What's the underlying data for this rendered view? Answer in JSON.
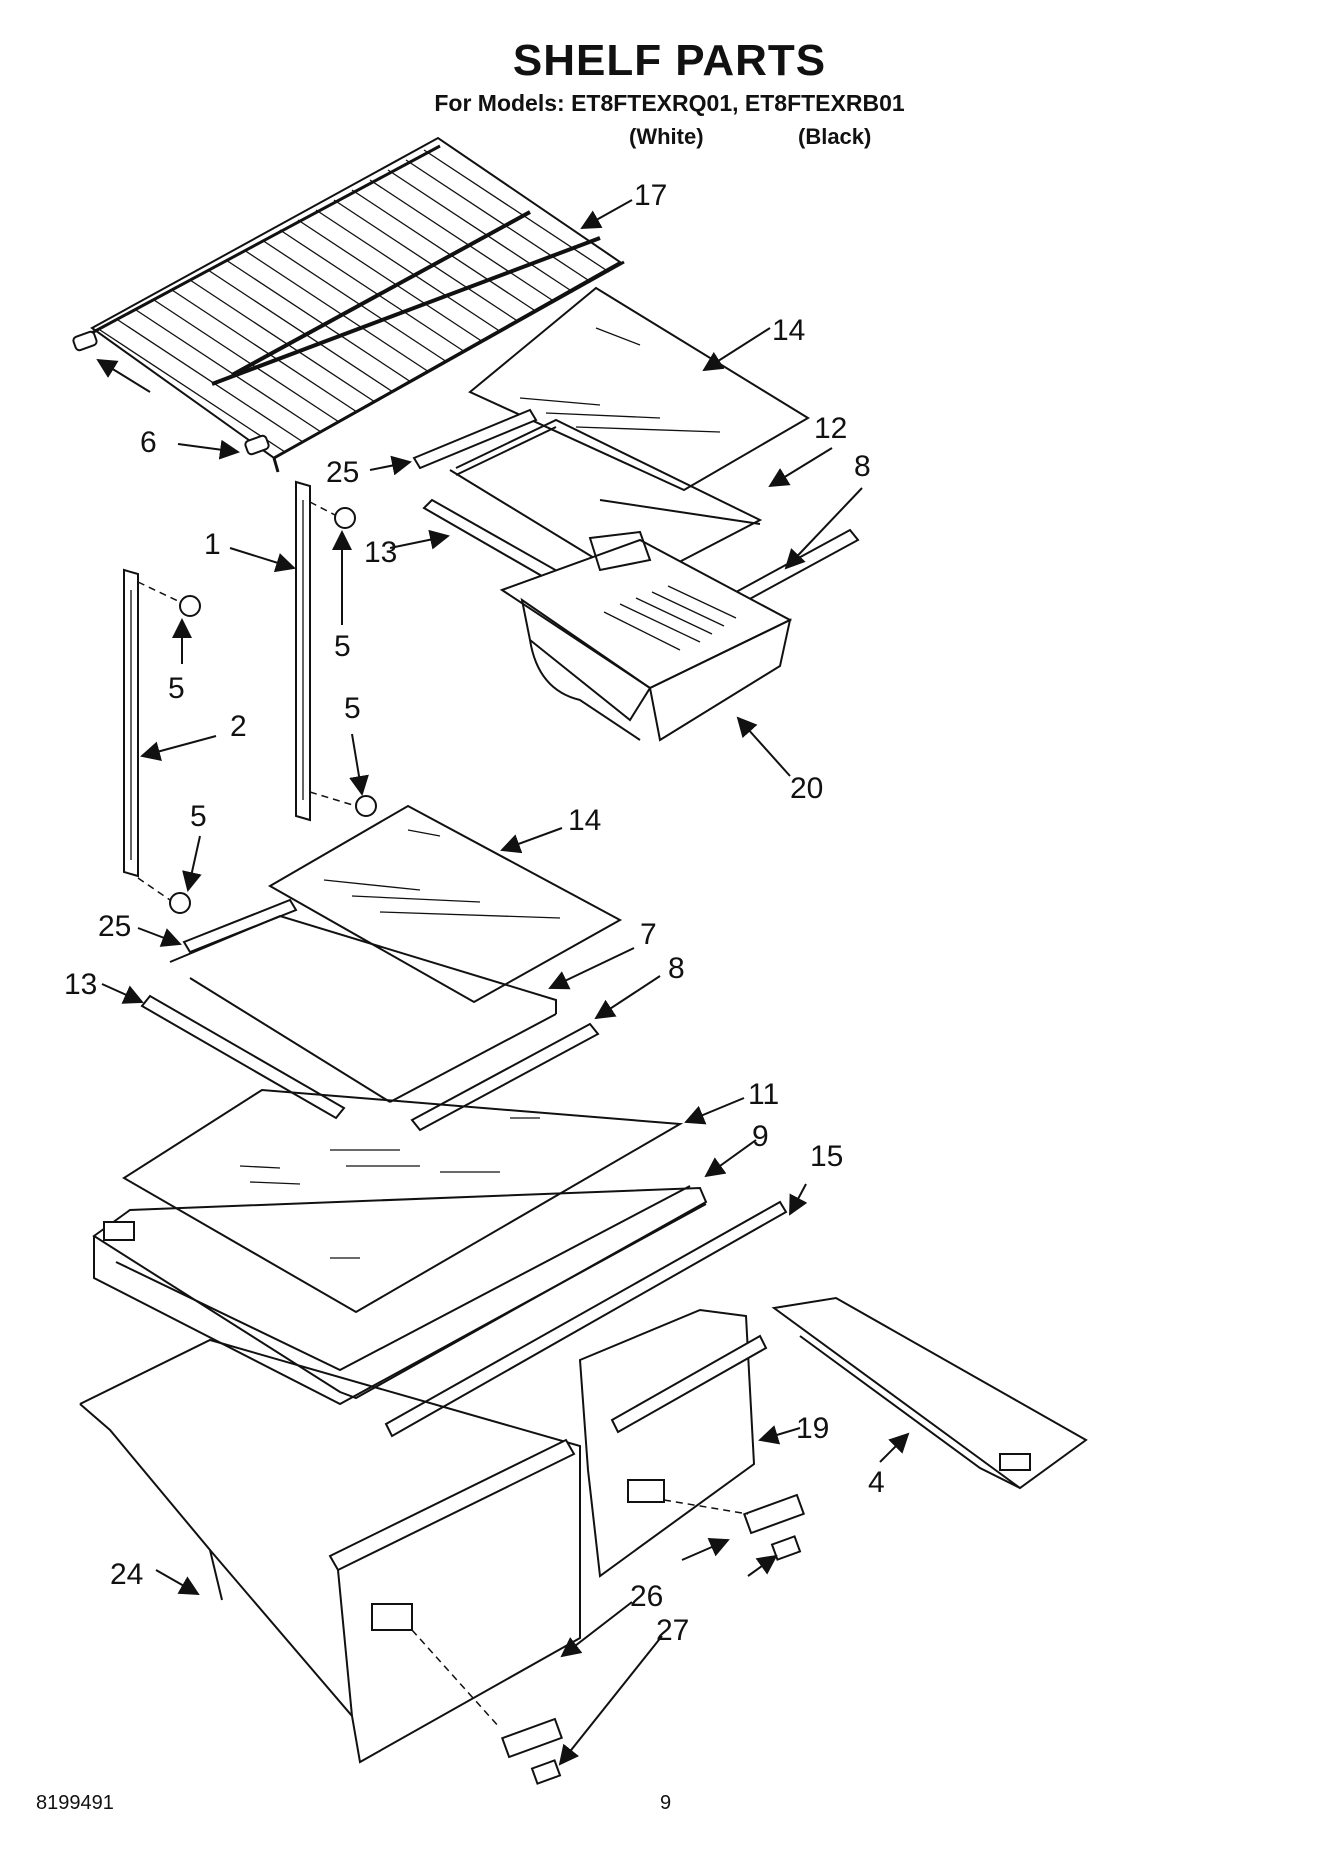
{
  "header": {
    "title": "SHELF PARTS",
    "subtitle": "For Models: ET8FTEXRQ01, ET8FTEXRB01",
    "variant_1": "(White)",
    "variant_2": "(Black)"
  },
  "callouts": {
    "c17": "17",
    "c14a": "14",
    "c12": "12",
    "c8a": "8",
    "c6": "6",
    "c25a": "25",
    "c13a": "13",
    "c1": "1",
    "c5a": "5",
    "c5b": "5",
    "c5c": "5",
    "c5d": "5",
    "c2": "2",
    "c20": "20",
    "c14b": "14",
    "c25b": "25",
    "c7": "7",
    "c8b": "8",
    "c13b": "13",
    "c11": "11",
    "c9": "9",
    "c15": "15",
    "c19": "19",
    "c4": "4",
    "c24": "24",
    "c26": "26",
    "c27": "27"
  },
  "footer": {
    "doc_number": "8199491",
    "page_number": "9"
  }
}
